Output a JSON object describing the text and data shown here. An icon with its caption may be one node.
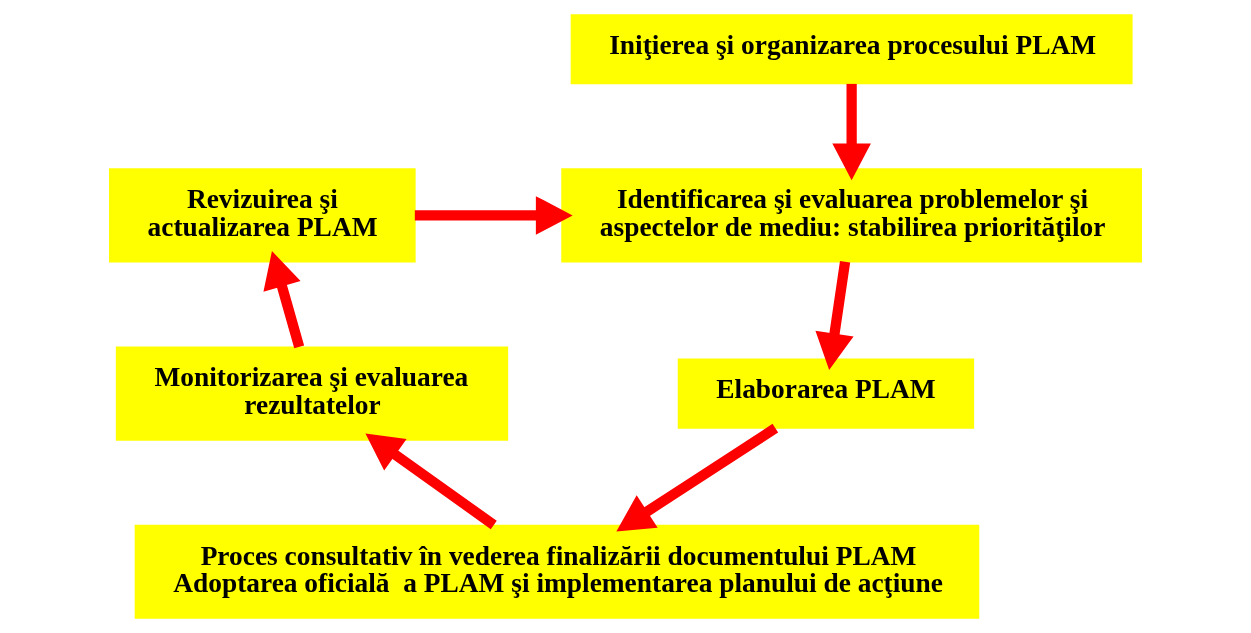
{
  "diagram": {
    "nodes": [
      {
        "text": [
          "Iniţierea şi organizarea procesului PLAM"
        ]
      },
      {
        "text": [
          "Revizuirea şi actualizarea PLAM"
        ]
      },
      {
        "text": [
          "Identificarea şi evaluarea problemelor şi aspectelor de mediu: stabilirea priorităţilor"
        ]
      },
      {
        "text": [
          "Monitorizarea şi evaluarea rezultatelor"
        ]
      },
      {
        "text": [
          "Elaborarea PLAM"
        ]
      },
      {
        "text": [
          "Proces consultativ în vederea finalizării documentului PLAM",
          "Adoptarea oficială  a PLAM şi implementarea planului de acţiune"
        ]
      }
    ],
    "edges": [
      {
        "from": 0,
        "to": 2,
        "arrow": "to"
      },
      {
        "from": 1,
        "to": 2,
        "arrow": "to"
      },
      {
        "from": 2,
        "to": 4,
        "arrow": "to"
      },
      {
        "from": 4,
        "to": 5,
        "arrow": "to"
      },
      {
        "from": 5,
        "to": 3,
        "arrow": "to"
      },
      {
        "from": 3,
        "to": 1,
        "arrow": "to"
      }
    ]
  }
}
